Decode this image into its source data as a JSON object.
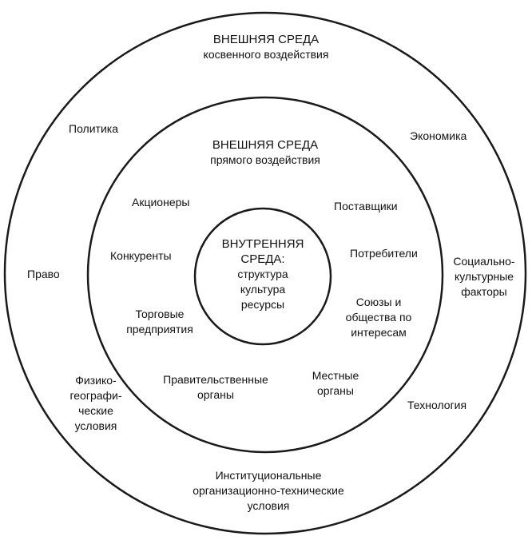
{
  "outer": {
    "title": "ВНЕШНЯЯ СРЕДА",
    "subtitle": "косвенного воздействия",
    "items": {
      "politics": "Политика",
      "economy": "Экономика",
      "law": "Право",
      "social": [
        "Социально-",
        "культурные",
        "факторы"
      ],
      "physgeo": [
        "Физико-",
        "географи-",
        "ческие",
        "условия"
      ],
      "technology": "Технология",
      "institutional": [
        "Институциональные",
        "организационно-технические",
        "условия"
      ]
    }
  },
  "middle": {
    "title": "ВНЕШНЯЯ СРЕДА",
    "subtitle": "прямого воздействия",
    "items": {
      "shareholders": "Акционеры",
      "suppliers": "Поставщики",
      "competitors": "Конкуренты",
      "consumers": "Потребители",
      "trade": [
        "Торговые",
        "предприятия"
      ],
      "unions": [
        "Союзы и",
        "общества по",
        "интересам"
      ],
      "government": [
        "Правительственные",
        "органы"
      ],
      "local": [
        "Местные",
        "органы"
      ]
    }
  },
  "inner": {
    "title": [
      "ВНУТРЕННЯЯ",
      "СРЕДА:"
    ],
    "items": [
      "структура",
      "культура",
      "ресурсы"
    ]
  },
  "colors": {
    "line": "#1a1a1a",
    "text": "#111111",
    "background": "#ffffff"
  }
}
